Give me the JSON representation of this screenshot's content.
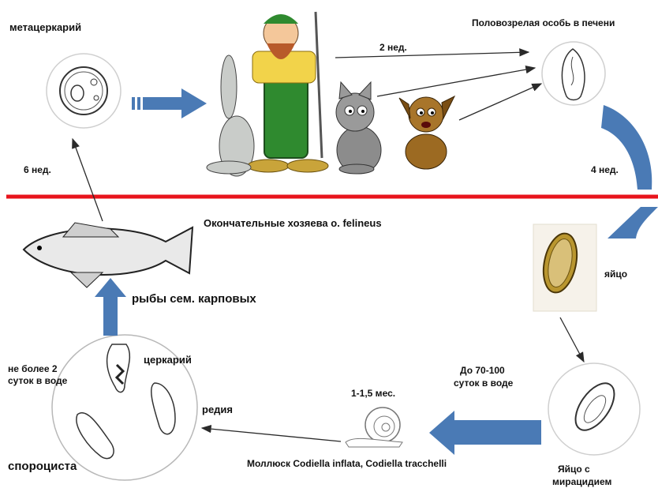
{
  "labels": {
    "metacercaria": "метацеркарий",
    "adult_in_liver": "Половозрелая особь в печени",
    "weeks_2": "2 нед.",
    "weeks_6": "6 нед.",
    "weeks_4": "4 нед.",
    "definitive_hosts": "Окончательные хозяева о. felineus",
    "egg": "яйцо",
    "carp_fish": "рыбы сем. карповых",
    "cercaria": "церкарий",
    "cercaria_time_line1": "не более 2",
    "cercaria_time_line2": "суток в воде",
    "redia": "редия",
    "sporocyst": "спороциста",
    "mollusk_time": "1-1,5 мес.",
    "egg_time_line1": "До 70-100",
    "egg_time_line2": "суток в воде",
    "mollusk_species": "Моллюск Codiella inflata,  Codiella tracchelli",
    "egg_miracidium_line1": "Яйцо с",
    "egg_miracidium_line2": "мирацидием"
  },
  "colors": {
    "divider": "#e8141c",
    "arrow_blue": "#4a7ab5",
    "arrow_dark": "#2a2a2a"
  }
}
